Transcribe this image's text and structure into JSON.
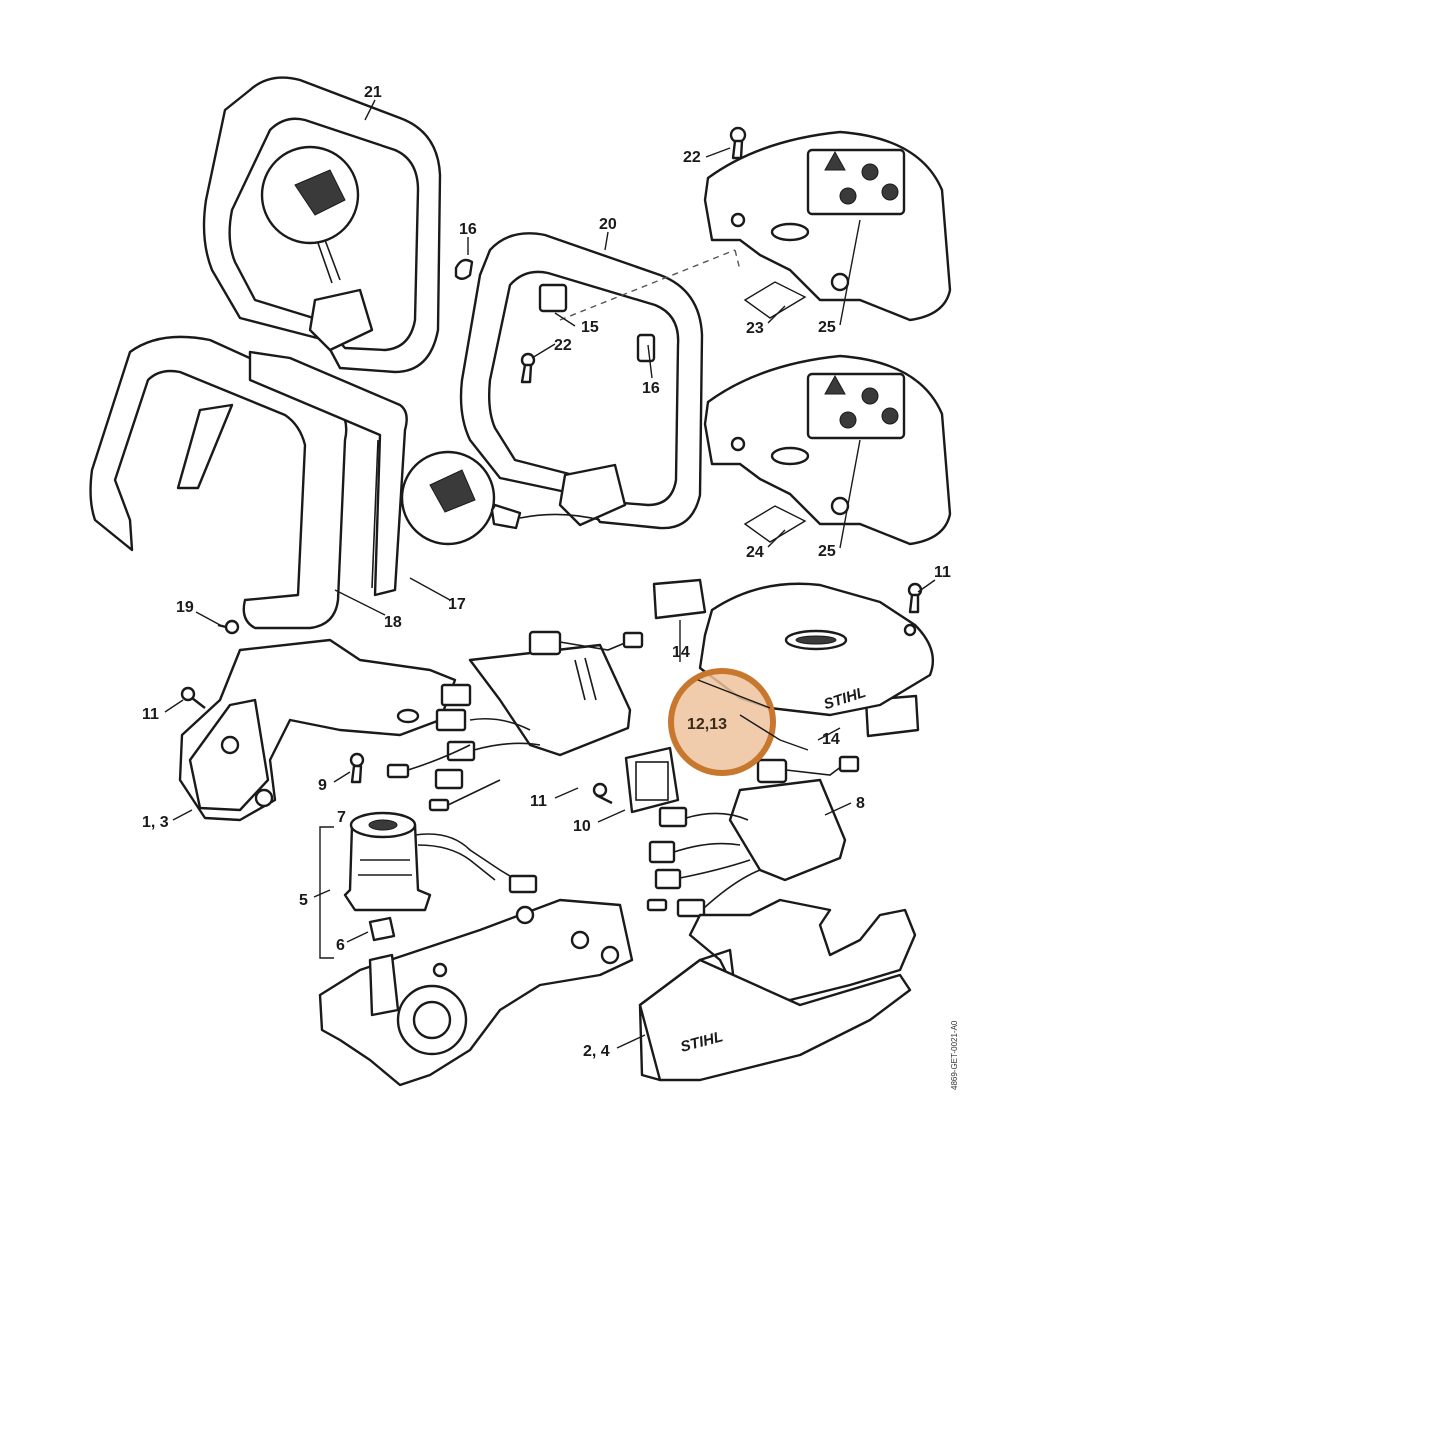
{
  "diagram": {
    "callouts": [
      "21",
      "22",
      "20",
      "16",
      "15",
      "22",
      "16",
      "23",
      "25",
      "24",
      "25",
      "17",
      "18",
      "19",
      "11",
      "14",
      "14",
      "11",
      "1, 3",
      "9",
      "7",
      "11",
      "10",
      "8",
      "5",
      "6",
      "2, 4"
    ],
    "highlight": {
      "label": "12,13",
      "color": "#c8782e",
      "fill": "#efc39e"
    },
    "brand_text": "STIHL",
    "doc_ref": "4869-GET-0021-A0"
  }
}
